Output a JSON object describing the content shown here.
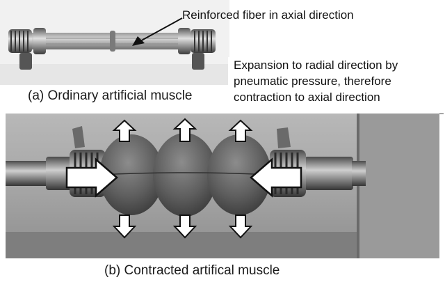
{
  "figure": {
    "callout_fiber": "Reinforced fiber in axial direction",
    "callout_expansion": [
      "Expansion to radial direction by",
      "pneumatic pressure, therefore",
      "contraction to axial direction"
    ],
    "caption_a": "(a) Ordinary artificial muscle",
    "caption_b": "(b) Contracted artifical muscle"
  }
}
